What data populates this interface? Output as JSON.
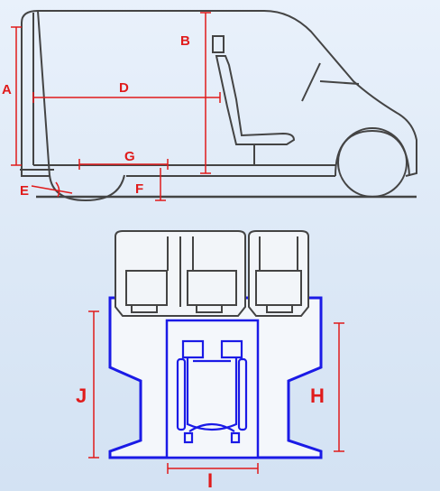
{
  "labels": {
    "A": "A",
    "B": "B",
    "D": "D",
    "G": "G",
    "E": "E",
    "F": "F",
    "J": "J",
    "H": "H",
    "I": "I"
  },
  "colors": {
    "outline": "#444444",
    "dimension": "#e01b1b",
    "floorplan": "#1a1ae6"
  },
  "icons": {
    "van": "van-side-view",
    "seats": "rear-seat-row",
    "wheelchair": "wheelchair-top-view"
  }
}
